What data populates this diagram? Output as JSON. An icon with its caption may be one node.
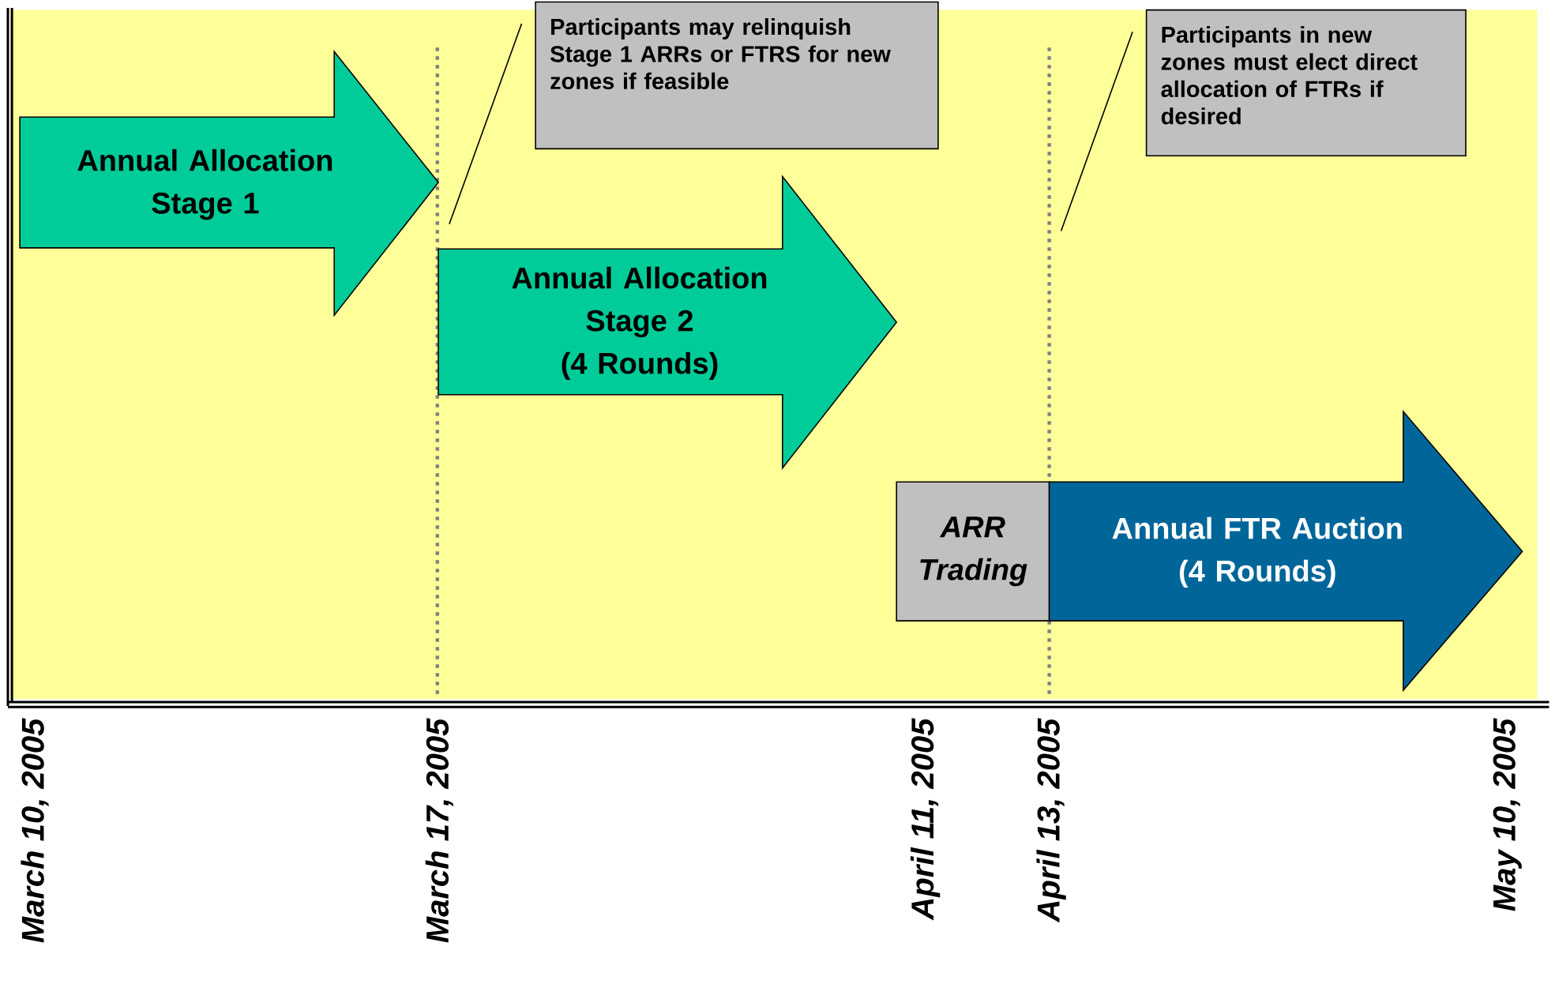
{
  "diagram": {
    "nodes": [
      {
        "text": [
          "Annual Allocation Stage 1"
        ]
      },
      {
        "text": [
          "Annual Allocation Stage 2",
          "(4 Rounds)"
        ]
      },
      {
        "text": [
          "ARR Trading"
        ]
      },
      {
        "text": [
          "Annual FTR Auction",
          "(4 Rounds)"
        ]
      },
      {
        "text": [
          "Participants may relinquish Stage 1 ARRs or FTRS for new zones if feasible"
        ]
      },
      {
        "text": [
          "Participants in new zones must elect direct allocation of FTRs if desired"
        ]
      }
    ],
    "edges": [
      {
        "from": 4,
        "to": null,
        "arrow": "none"
      },
      {
        "from": 5,
        "to": null,
        "arrow": "none"
      }
    ],
    "labels": [
      "March 10, 2005",
      "March 17, 2005",
      "April 11, 2005",
      "April 13, 2005",
      "May 10, 2005"
    ]
  }
}
